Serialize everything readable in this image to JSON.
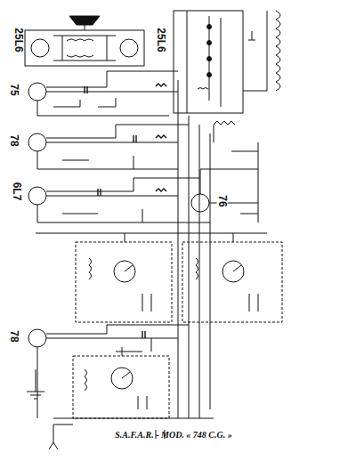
{
  "diagram": {
    "caption": "S.A.F.A.R. - MOD. « 748 C.G. »",
    "labels": [
      "25L6",
      "25L6",
      "75",
      "78",
      "6L7",
      "76",
      "78"
    ]
  }
}
